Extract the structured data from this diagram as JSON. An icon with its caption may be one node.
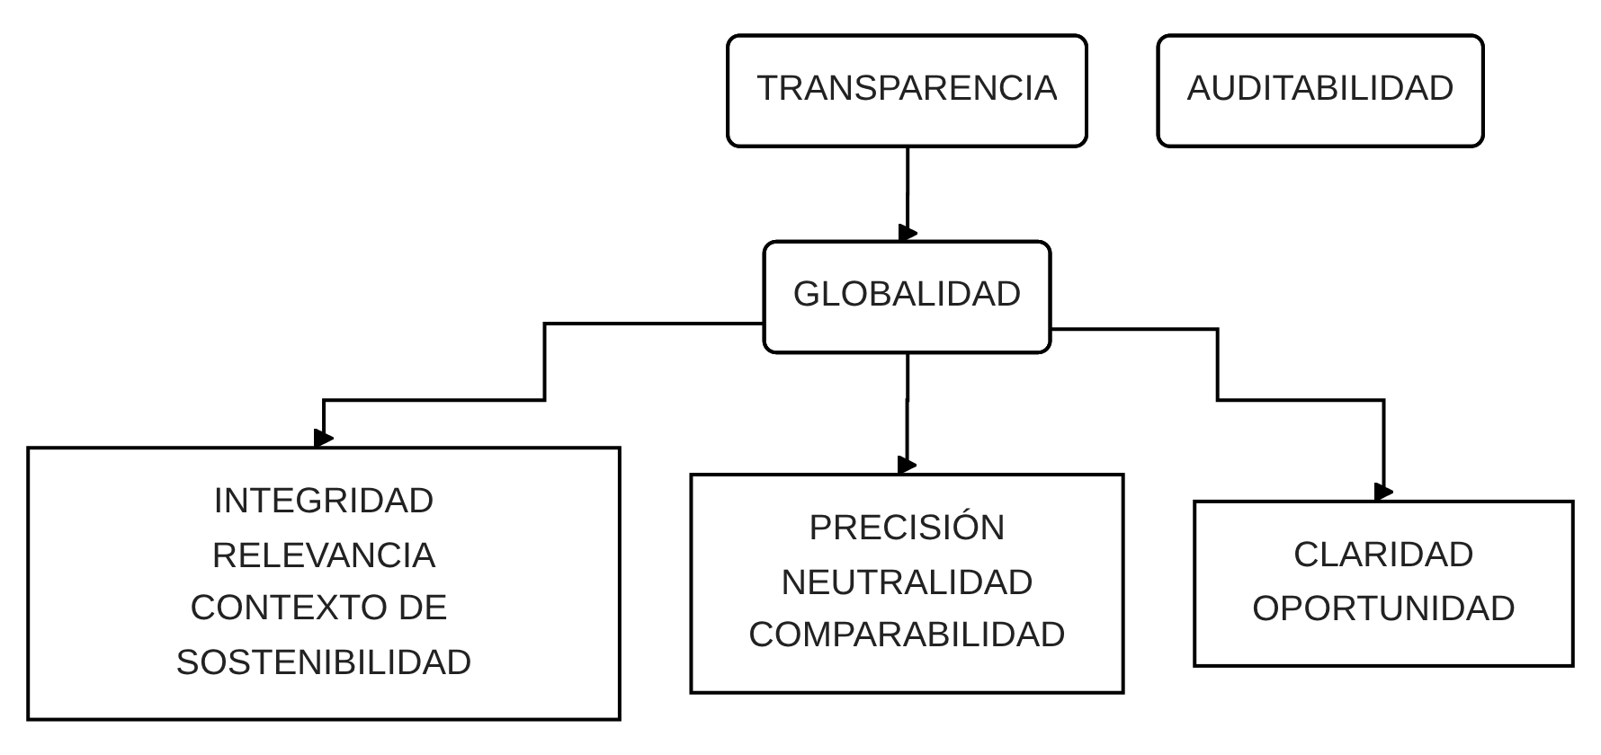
{
  "diagram": {
    "nodes": [
      {
        "text": [
          "TRANSPARENCIA"
        ]
      },
      {
        "text": [
          "GLOBALIDAD"
        ]
      },
      {
        "text": [
          "INTEGRIDAD",
          "RELEVANCIA",
          "CONTEXTO DE SOSTENIBILIDAD"
        ]
      },
      {
        "text": [
          "PRECISIÓN",
          "NEUTRALIDAD",
          "COMPARABILIDAD"
        ]
      },
      {
        "text": [
          "CLARIDAD",
          "OPORTUNIDAD"
        ]
      },
      {
        "text": [
          "AUDITABILIDAD"
        ]
      }
    ],
    "edges": [
      {
        "from": 0,
        "to": 1,
        "arrow": "to"
      },
      {
        "from": 1,
        "to": 2,
        "arrow": "to"
      },
      {
        "from": 1,
        "to": 3,
        "arrow": "to"
      },
      {
        "from": 1,
        "to": 4,
        "arrow": "to"
      }
    ]
  }
}
